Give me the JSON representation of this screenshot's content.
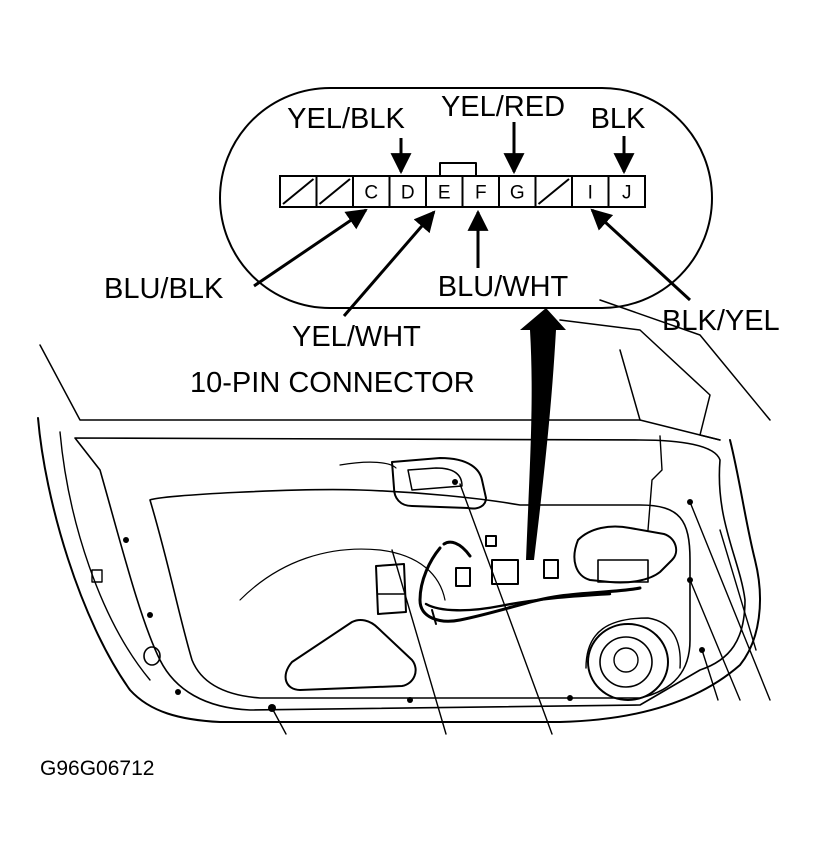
{
  "figure_code": "G96G06712",
  "connector": {
    "title": "10-PIN CONNECTOR",
    "pins": [
      {
        "letter": "",
        "blank": true
      },
      {
        "letter": "",
        "blank": true
      },
      {
        "letter": "C",
        "blank": false
      },
      {
        "letter": "D",
        "blank": false
      },
      {
        "letter": "E",
        "blank": false
      },
      {
        "letter": "F",
        "blank": false
      },
      {
        "letter": "G",
        "blank": false
      },
      {
        "letter": "",
        "blank": true
      },
      {
        "letter": "I",
        "blank": false
      },
      {
        "letter": "J",
        "blank": false
      }
    ]
  },
  "wires": {
    "d": "YEL/BLK",
    "g": "YEL/RED",
    "j": "BLK",
    "c": "BLU/BLK",
    "f": "BLU/WHT",
    "e": "YEL/WHT",
    "i": "BLK/YEL"
  }
}
